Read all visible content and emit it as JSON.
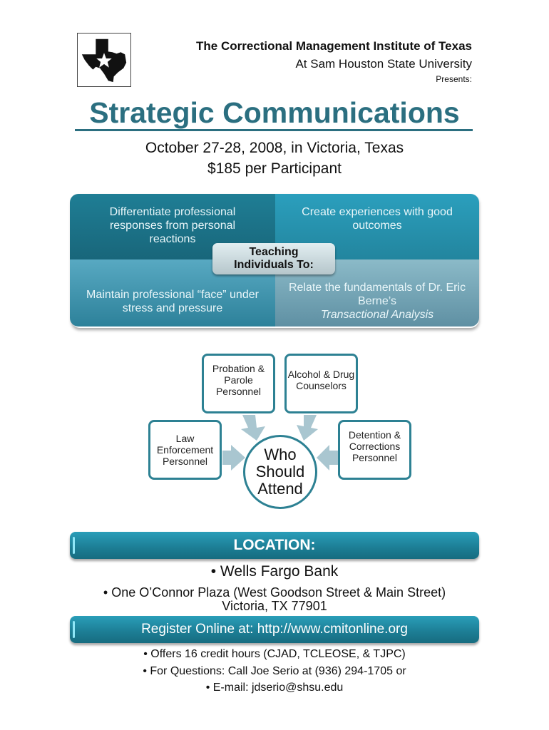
{
  "header": {
    "logo_icon": "texas-star-icon",
    "organization": "The Correctional Management Institute of Texas",
    "affiliation": "At Sam Houston State University",
    "presents": "Presents:"
  },
  "title": "Strategic Communications",
  "event": {
    "date_location": "October 27-28, 2008, in Victoria, Texas",
    "price": "$185 per Participant"
  },
  "teaching": {
    "center_line1": "Teaching",
    "center_line2": "Individuals To:",
    "top_left": "Differentiate professional responses from personal reactions",
    "top_right": "Create experiences with good outcomes",
    "bottom_left": "Maintain professional “face” under stress and pressure",
    "bottom_right_line1": "Relate the fundamentals of Dr. Eric Berne’s",
    "bottom_right_italic": "Transactional Analysis",
    "colors": {
      "top_left": "#1f7e95",
      "top_right": "#2b9fbd",
      "bottom_left": "#58a9c2",
      "bottom_right": "#8bbac8"
    }
  },
  "who_should_attend": {
    "center": "Who Should Attend",
    "roles": [
      "Probation & Parole Personnel",
      "Alcohol & Drug Counselors",
      "Law Enforcement Personnel",
      "Detention & Corrections Personnel"
    ],
    "accent_color": "#2d8193",
    "arrow_color": "#a9c6d0"
  },
  "location": {
    "heading": "LOCATION:",
    "lines": [
      "• Wells Fargo Bank",
      "• One O’Connor Plaza (West Goodson Street & Main Street)",
      "Victoria, TX 77901"
    ]
  },
  "register": {
    "label": "Register Online at: http://www.cmitonline.org"
  },
  "info": [
    "• Offers 16 credit hours (CJAD, TCLEOSE, & TJPC)",
    "• For Questions: Call Joe Serio at (936) 294-1705 or",
    "• E-mail:  jdserio@shsu.edu"
  ],
  "brand_color": "#2b6f80"
}
